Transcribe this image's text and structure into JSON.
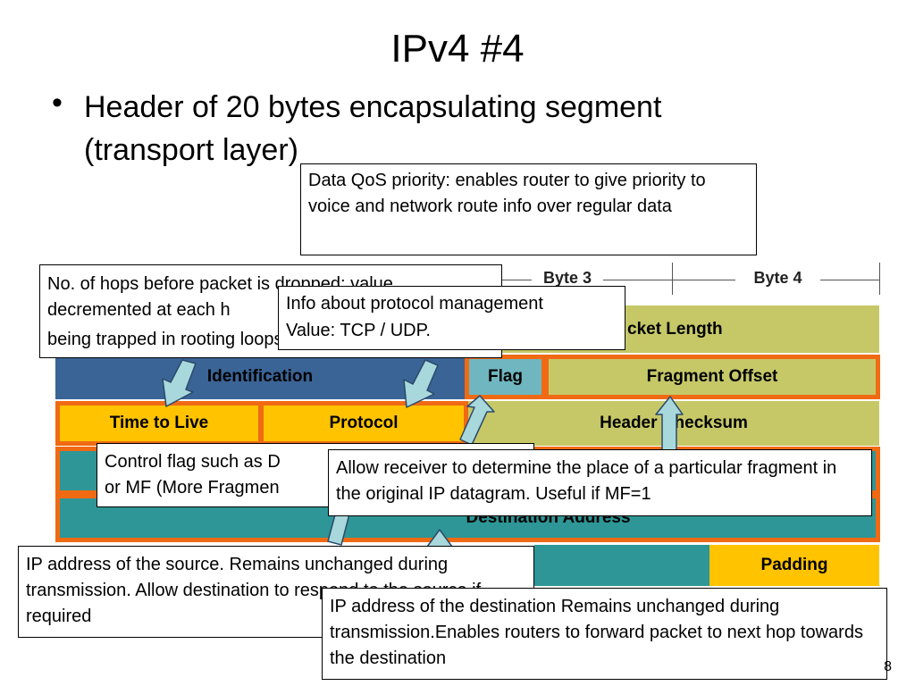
{
  "slide": {
    "title": "IPv4 #4",
    "bullet": "Header of 20 bytes encapsulating segment (transport layer)",
    "page_number": "8"
  },
  "diagram": {
    "byte_headers": [
      "Byte 3",
      "Byte 4"
    ],
    "fields": {
      "packet_length": "cket Length",
      "identification": "Identification",
      "flag": "Flag",
      "fragment_offset": "Fragment Offset",
      "time_to_live": "Time to Live",
      "protocol": "Protocol",
      "header_checksum": "Header Checksum",
      "destination_address": "Destination Address",
      "padding": "Padding"
    },
    "colors": {
      "blue": "#3a6496",
      "teal": "#2e9696",
      "light_teal": "#6fb6c0",
      "olive": "#c6c868",
      "yellow": "#ffc300",
      "orange_outline": "#f06a14",
      "arrow": "#a8d8dc"
    }
  },
  "callouts": {
    "qos": "Data QoS priority: enables router to give priority to voice and network route info over regular data",
    "ttl_line1": "No. of hops before packet is dropped; value",
    "ttl_line2": "decremented at each h",
    "ttl_line3": "being trapped in rooting loops",
    "protocol_line1": "Info about protocol management",
    "protocol_line2": "Value: TCP / UDP.",
    "flag_line1": "Control flag such as D",
    "flag_line2": "or MF (More Fragmen",
    "fragment": "Allow receiver to determine the place of a particular fragment in the original IP datagram. Useful if MF=1",
    "source": "IP address of the source. Remains unchanged during transmission. Allow destination to respond to the source if required",
    "destination": "IP address of the destination Remains unchanged during transmission.Enables routers to forward packet to next hop towards the destination"
  }
}
